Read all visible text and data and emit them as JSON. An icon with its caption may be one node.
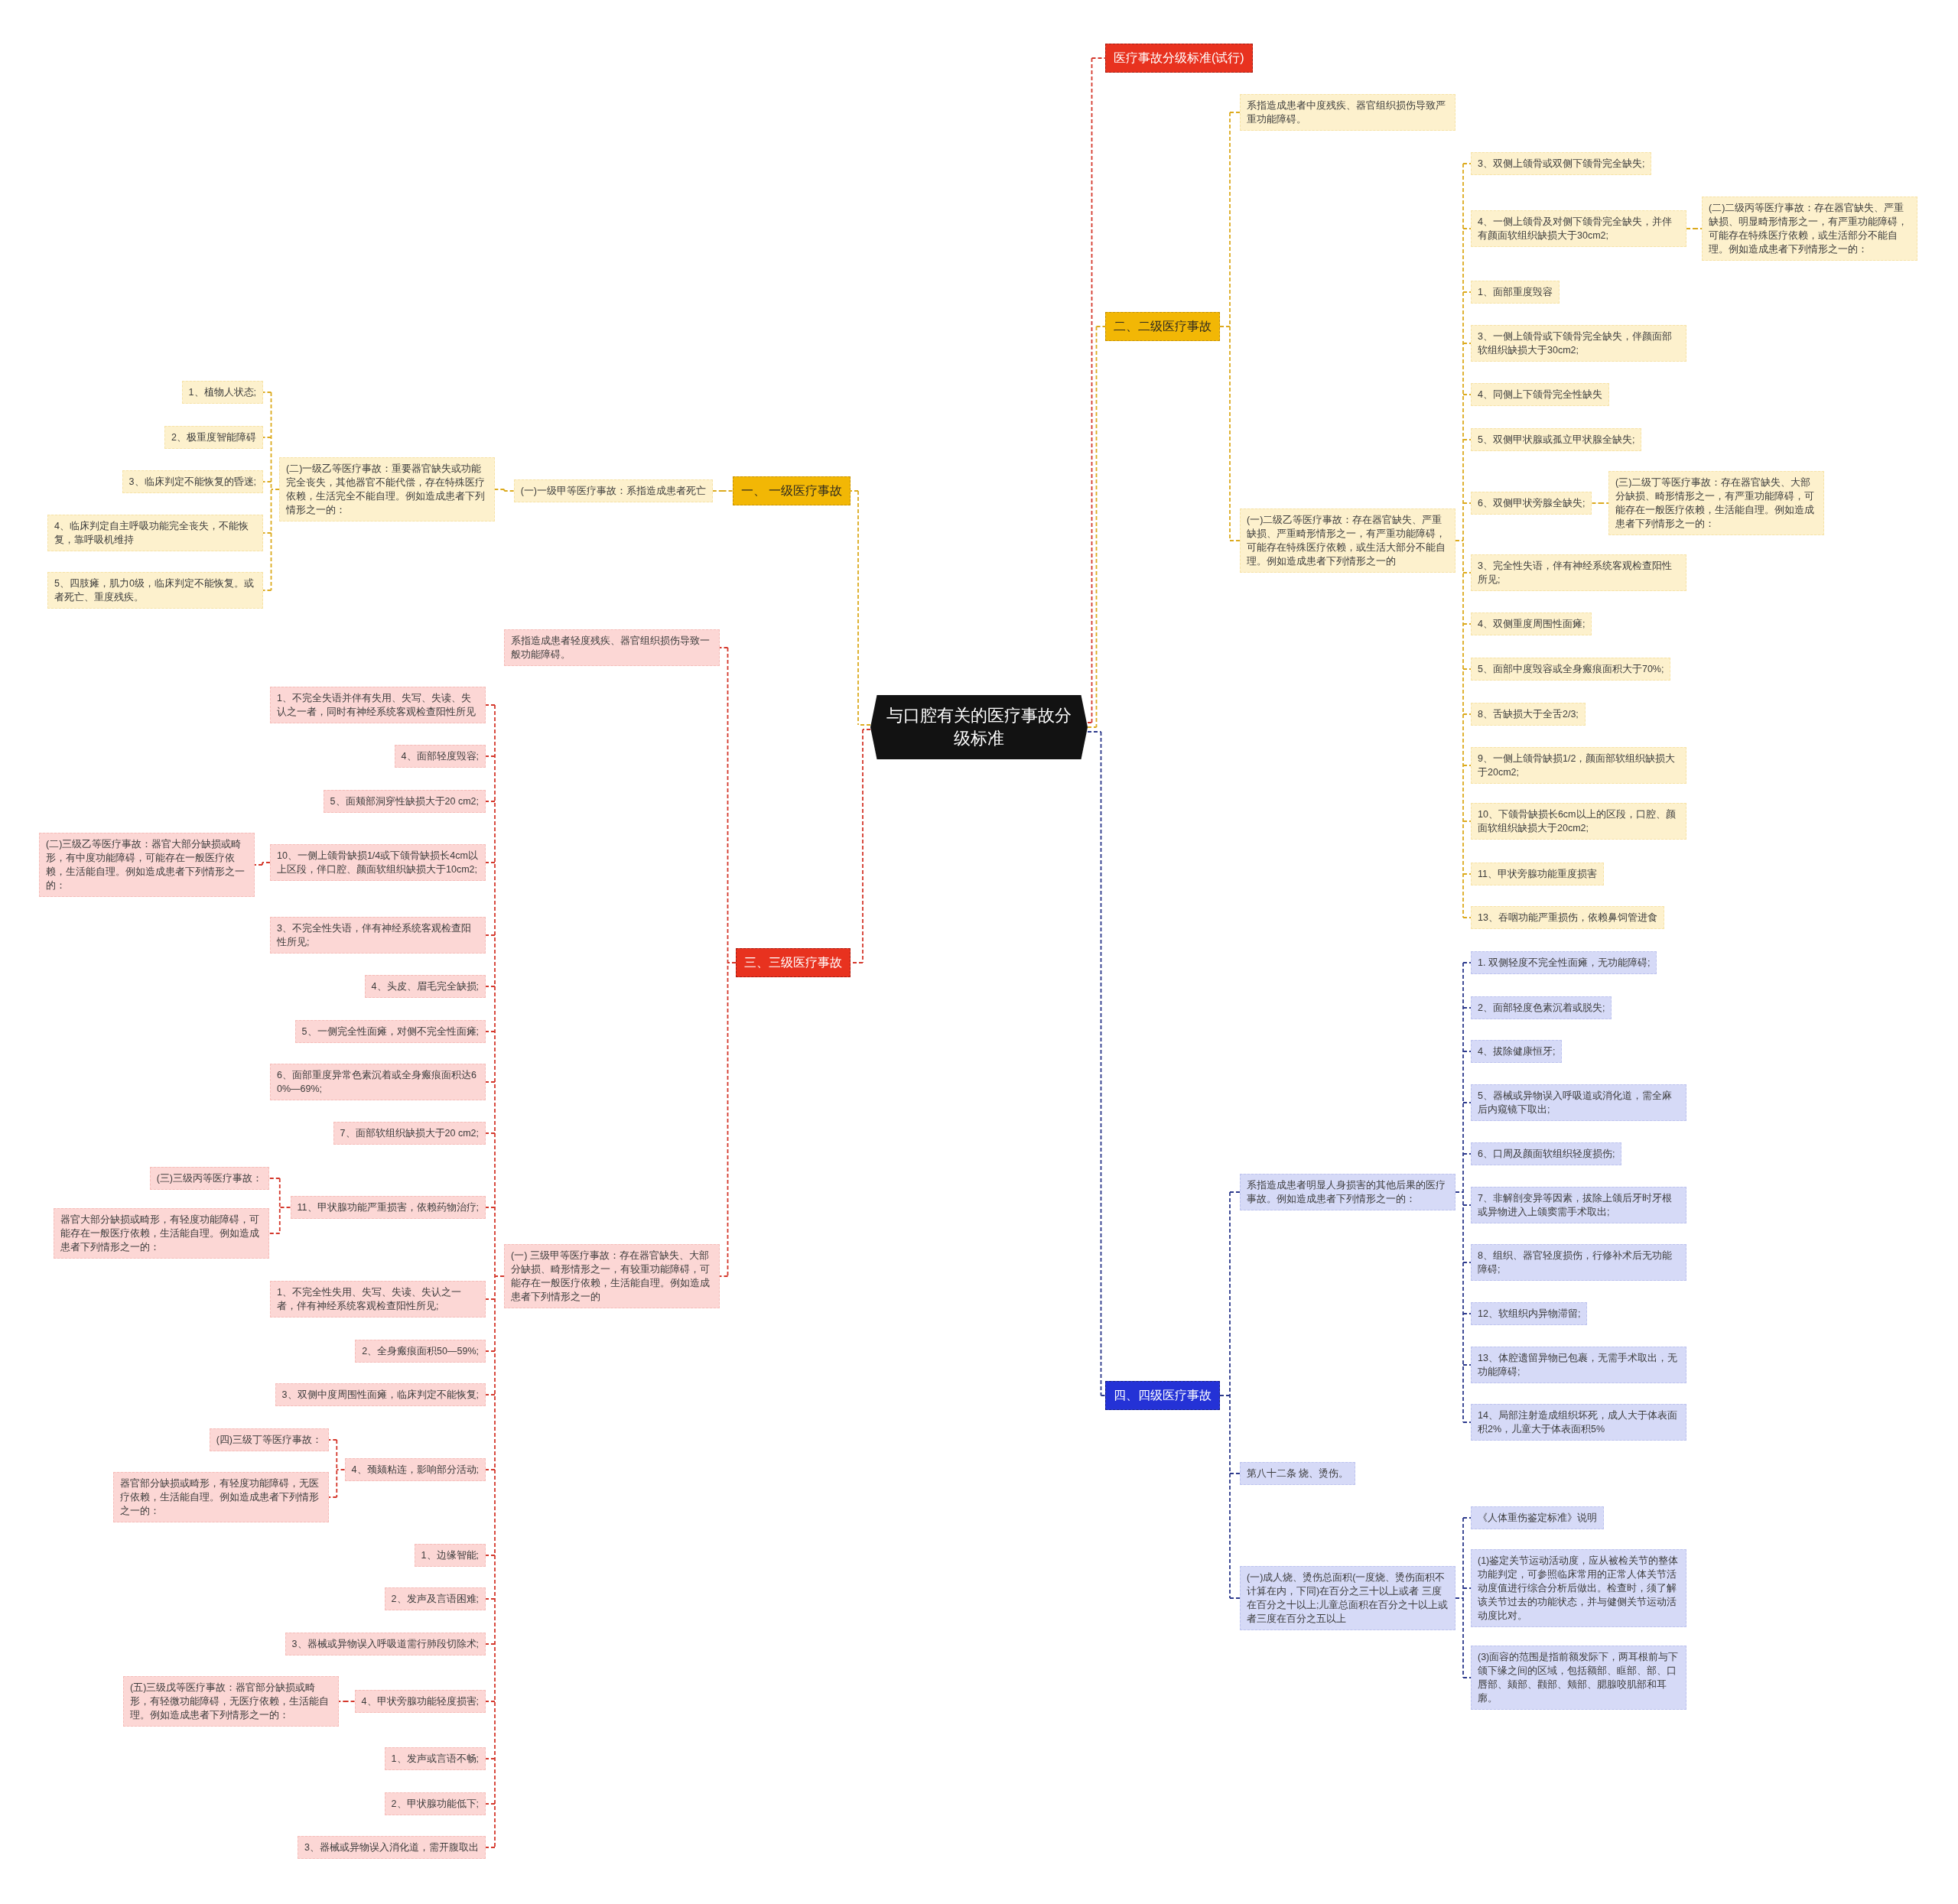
{
  "diagram": {
    "nodes": [
      {
        "text": [
          "与口腔有关的医疗事故分级标准"
        ]
      },
      {
        "text": [
          "医疗事故分级标准(试行)"
        ]
      },
      {
        "text": [
          "二、二级医疗事故"
        ]
      },
      {
        "text": [
          "系指造成患者中度残疾、器官组织损伤导致严重功能障碍。"
        ]
      },
      {
        "text": [
          "(一)二级乙等医疗事故：存在器官缺失、严重缺损、严重畸形情形之一，有严重功能障碍，可能存在特殊医疗依赖，或生活大部分不能自理。例如造成患者下列情形之一的"
        ]
      },
      {
        "text": [
          "3、双侧上颌骨或双侧下颌骨完全缺失;"
        ]
      },
      {
        "text": [
          "4、一侧上颌骨及对侧下颌骨完全缺失，并伴有颜面软组织缺损大于30cm2;"
        ]
      },
      {
        "text": [
          "(二)二级丙等医疗事故：存在器官缺失、严重缺损、明显畸形情形之一，有严重功能障碍，可能存在特殊医疗依赖，或生活部分不能自理。例如造成患者下列情形之一的："
        ]
      },
      {
        "text": [
          "1、面部重度毁容"
        ]
      },
      {
        "text": [
          "3、一侧上颌骨或下颌骨完全缺失，伴颜面部软组织缺损大于30cm2;"
        ]
      },
      {
        "text": [
          "4、同侧上下颌骨完全性缺失"
        ]
      },
      {
        "text": [
          "5、双侧甲状腺或孤立甲状腺全缺失;"
        ]
      },
      {
        "text": [
          "6、双侧甲状旁腺全缺失;"
        ]
      },
      {
        "text": [
          "(三)二级丁等医疗事故：存在器官缺失、大部分缺损、畸形情形之一，有严重功能障碍，可能存在一般医疗依赖，生活能自理。例如造成患者下列情形之一的："
        ]
      },
      {
        "text": [
          "3、完全性失语，伴有神经系统客观检查阳性所见;"
        ]
      },
      {
        "text": [
          "4、双侧重度周围性面瘫;"
        ]
      },
      {
        "text": [
          "5、面部中度毁容或全身瘢痕面积大于70%;"
        ]
      },
      {
        "text": [
          "8、舌缺损大于全舌2/3;"
        ]
      },
      {
        "text": [
          "9、一侧上颌骨缺损1/2，颜面部软组织缺损大于20cm2;"
        ]
      },
      {
        "text": [
          "10、下颌骨缺损长6cm以上的区段，口腔、颜面软组织缺损大于20cm2;"
        ]
      },
      {
        "text": [
          "11、甲状旁腺功能重度损害"
        ]
      },
      {
        "text": [
          "13、吞咽功能严重损伤，依赖鼻饲管进食"
        ]
      },
      {
        "text": [
          "四、四级医疗事故"
        ]
      },
      {
        "text": [
          "系指造成患者明显人身损害的其他后果的医疗事故。例如造成患者下列情形之一的："
        ]
      },
      {
        "text": [
          "1. 双侧轻度不完全性面瘫，无功能障碍;"
        ]
      },
      {
        "text": [
          "2、面部轻度色素沉着或脱失;"
        ]
      },
      {
        "text": [
          "4、拔除健康恒牙;"
        ]
      },
      {
        "text": [
          "5、器械或异物误入呼吸道或消化道，需全麻后内窥镜下取出;"
        ]
      },
      {
        "text": [
          "6、口周及颜面软组织轻度损伤;"
        ]
      },
      {
        "text": [
          "7、非解剖变异等因素，拔除上颌后牙时牙根或异物进入上颌窦需手术取出;"
        ]
      },
      {
        "text": [
          "8、组织、器官轻度损伤，行修补术后无功能障碍;"
        ]
      },
      {
        "text": [
          "12、软组织内异物滞留;"
        ]
      },
      {
        "text": [
          "13、体腔遗留异物已包裹，无需手术取出，无功能障碍;"
        ]
      },
      {
        "text": [
          "14、局部注射造成组织坏死，成人大于体表面积2%，儿童大于体表面积5%"
        ]
      },
      {
        "text": [
          "第八十二条 烧、烫伤。"
        ]
      },
      {
        "text": [
          "(一)成人烧、烫伤总面积(一度烧、烫伤面积不计算在内，下同)在百分之三十以上或者 三度在百分之十以上;儿童总面积在百分之十以上或者三度在百分之五以上"
        ]
      },
      {
        "text": [
          "《人体重伤鉴定标准》说明"
        ]
      },
      {
        "text": [
          "(1)鉴定关节运动活动度，应从被检关节的整体功能判定，可参照临床常用的正常人体关节活动度值进行综合分析后做出。检查时，须了解该关节过去的功能状态，并与健侧关节运动活动度比对。"
        ]
      },
      {
        "text": [
          "(3)面容的范围是指前额发际下，两耳根前与下颌下缘之间的区域，包括额部、眶部、部、口唇部、颏部、颧部、颊部、腮腺咬肌部和耳廓。"
        ]
      },
      {
        "text": [
          "一、 一级医疗事故"
        ]
      },
      {
        "text": [
          "(一)一级甲等医疗事故：系指造成患者死亡"
        ]
      },
      {
        "text": [
          "(二)一级乙等医疗事故：重要器官缺失或功能完全丧失，其他器官不能代偿，存在特殊医疗依赖，生活完全不能自理。例如造成患者下列情形之一的："
        ]
      },
      {
        "text": [
          "1、植物人状态;"
        ]
      },
      {
        "text": [
          "2、极重度智能障碍"
        ]
      },
      {
        "text": [
          "3、临床判定不能恢复的昏迷;"
        ]
      },
      {
        "text": [
          "4、临床判定自主呼吸功能完全丧失，不能恢复，靠呼吸机维持"
        ]
      },
      {
        "text": [
          "5、四肢瘫，肌力0级，临床判定不能恢复。或者死亡、重度残疾。"
        ]
      },
      {
        "text": [
          "三、三级医疗事故"
        ]
      },
      {
        "text": [
          "系指造成患者轻度残疾、器官组织损伤导致一般功能障碍。"
        ]
      },
      {
        "text": [
          "(一) 三级甲等医疗事故：存在器官缺失、大部分缺损、畸形情形之一，有较重功能障碍，可能存在一般医疗依赖，生活能自理。例如造成患者下列情形之一的"
        ]
      },
      {
        "text": [
          "1、不完全失语并伴有失用、失写、失读、失认之一者，同时有神经系统客观检查阳性所见"
        ]
      },
      {
        "text": [
          "4、面部轻度毁容;"
        ]
      },
      {
        "text": [
          "5、面颊部洞穿性缺损大于20 cm2;"
        ]
      },
      {
        "text": [
          "10、一侧上颌骨缺损1/4或下颌骨缺损长4cm以上区段，伴口腔、颜面软组织缺损大于10cm2;"
        ]
      },
      {
        "text": [
          "(二)三级乙等医疗事故：器官大部分缺损或畸形，有中度功能障碍，可能存在一般医疗依赖，生活能自理。例如造成患者下列情形之一的："
        ]
      },
      {
        "text": [
          "3、不完全性失语，伴有神经系统客观检查阳性所见;"
        ]
      },
      {
        "text": [
          "4、头皮、眉毛完全缺损;"
        ]
      },
      {
        "text": [
          "5、一侧完全性面瘫，对侧不完全性面瘫;"
        ]
      },
      {
        "text": [
          "6、面部重度异常色素沉着或全身瘢痕面积达60%—69%;"
        ]
      },
      {
        "text": [
          "7、面部软组织缺损大于20 cm2;"
        ]
      },
      {
        "text": [
          "11、甲状腺功能严重损害，依赖药物治疗;"
        ]
      },
      {
        "text": [
          "(三)三级丙等医疗事故："
        ]
      },
      {
        "text": [
          "器官大部分缺损或畸形，有轻度功能障碍，可能存在一般医疗依赖，生活能自理。例如造成患者下列情形之一的："
        ]
      },
      {
        "text": [
          "1、不完全性失用、失写、失读、失认之一者，伴有神经系统客观检查阳性所见;"
        ]
      },
      {
        "text": [
          "2、全身瘢痕面积50—59%;"
        ]
      },
      {
        "text": [
          "3、双侧中度周围性面瘫，临床判定不能恢复;"
        ]
      },
      {
        "text": [
          "4、颈颏粘连，影响部分活动;"
        ]
      },
      {
        "text": [
          "(四)三级丁等医疗事故："
        ]
      },
      {
        "text": [
          "器官部分缺损或畸形，有轻度功能障碍，无医疗依赖，生活能自理。例如造成患者下列情形之一的："
        ]
      },
      {
        "text": [
          "1、边缘智能;"
        ]
      },
      {
        "text": [
          "2、发声及言语困难;"
        ]
      },
      {
        "text": [
          "3、器械或异物误入呼吸道需行肺段切除术;"
        ]
      },
      {
        "text": [
          "4、甲状旁腺功能轻度损害;"
        ]
      },
      {
        "text": [
          "(五)三级戊等医疗事故：器官部分缺损或畸形，有轻微功能障碍，无医疗依赖，生活能自理。例如造成患者下列情形之一的："
        ]
      },
      {
        "text": [
          "1、发声或言语不畅;"
        ]
      },
      {
        "text": [
          "2、甲状腺功能低下;"
        ]
      },
      {
        "text": [
          "3、器械或异物误入消化道，需开腹取出"
        ]
      }
    ],
    "edges": [
      {
        "from": 0,
        "to": 1,
        "arrow": "none",
        "style": "dashed"
      },
      {
        "from": 0,
        "to": 2,
        "arrow": "none",
        "style": "dashed",
        "color": "#dcaa1e"
      },
      {
        "from": 2,
        "to": 3,
        "arrow": "none",
        "style": "dashed",
        "color": "#dcaa1e"
      },
      {
        "from": 2,
        "to": 4,
        "arrow": "none",
        "style": "dashed",
        "color": "#dcaa1e"
      },
      {
        "from": 4,
        "to": 5,
        "arrow": "none",
        "style": "dashed",
        "color": "#dcaa1e"
      },
      {
        "from": 4,
        "to": 6,
        "arrow": "none",
        "style": "dashed",
        "color": "#dcaa1e"
      },
      {
        "from": 6,
        "to": 7,
        "arrow": "none",
        "style": "dashed",
        "color": "#dcaa1e"
      },
      {
        "from": 4,
        "to": 8,
        "arrow": "none",
        "style": "dashed",
        "color": "#dcaa1e"
      },
      {
        "from": 4,
        "to": 9,
        "arrow": "none",
        "style": "dashed",
        "color": "#dcaa1e"
      },
      {
        "from": 4,
        "to": 10,
        "arrow": "none",
        "style": "dashed",
        "color": "#dcaa1e"
      },
      {
        "from": 4,
        "to": 11,
        "arrow": "none",
        "style": "dashed",
        "color": "#dcaa1e"
      },
      {
        "from": 4,
        "to": 12,
        "arrow": "none",
        "style": "dashed",
        "color": "#dcaa1e"
      },
      {
        "from": 12,
        "to": 13,
        "arrow": "none",
        "style": "dashed",
        "color": "#dcaa1e"
      },
      {
        "from": 4,
        "to": 14,
        "arrow": "none",
        "style": "dashed",
        "color": "#dcaa1e"
      },
      {
        "from": 4,
        "to": 15,
        "arrow": "none",
        "style": "dashed",
        "color": "#dcaa1e"
      },
      {
        "from": 4,
        "to": 16,
        "arrow": "none",
        "style": "dashed",
        "color": "#dcaa1e"
      },
      {
        "from": 4,
        "to": 17,
        "arrow": "none",
        "style": "dashed",
        "color": "#dcaa1e"
      },
      {
        "from": 4,
        "to": 18,
        "arrow": "none",
        "style": "dashed",
        "color": "#dcaa1e"
      },
      {
        "from": 4,
        "to": 19,
        "arrow": "none",
        "style": "dashed",
        "color": "#dcaa1e"
      },
      {
        "from": 4,
        "to": 20,
        "arrow": "none",
        "style": "dashed",
        "color": "#dcaa1e"
      },
      {
        "from": 4,
        "to": 21,
        "arrow": "none",
        "style": "dashed",
        "color": "#dcaa1e"
      },
      {
        "from": 0,
        "to": 22,
        "arrow": "none",
        "style": "dashed",
        "color": "#2d3a8c"
      },
      {
        "from": 22,
        "to": 23,
        "arrow": "none",
        "style": "dashed",
        "color": "#2d3a8c"
      },
      {
        "from": 23,
        "to": 24,
        "arrow": "none",
        "style": "dashed",
        "color": "#2d3a8c"
      },
      {
        "from": 23,
        "to": 25,
        "arrow": "none",
        "style": "dashed",
        "color": "#2d3a8c"
      },
      {
        "from": 23,
        "to": 26,
        "arrow": "none",
        "style": "dashed",
        "color": "#2d3a8c"
      },
      {
        "from": 23,
        "to": 27,
        "arrow": "none",
        "style": "dashed",
        "color": "#2d3a8c"
      },
      {
        "from": 23,
        "to": 28,
        "arrow": "none",
        "style": "dashed",
        "color": "#2d3a8c"
      },
      {
        "from": 23,
        "to": 29,
        "arrow": "none",
        "style": "dashed",
        "color": "#2d3a8c"
      },
      {
        "from": 23,
        "to": 30,
        "arrow": "none",
        "style": "dashed",
        "color": "#2d3a8c"
      },
      {
        "from": 23,
        "to": 31,
        "arrow": "none",
        "style": "dashed",
        "color": "#2d3a8c"
      },
      {
        "from": 23,
        "to": 32,
        "arrow": "none",
        "style": "dashed",
        "color": "#2d3a8c"
      },
      {
        "from": 23,
        "to": 33,
        "arrow": "none",
        "style": "dashed",
        "color": "#2d3a8c"
      },
      {
        "from": 22,
        "to": 34,
        "arrow": "none",
        "style": "dashed",
        "color": "#2d3a8c"
      },
      {
        "from": 22,
        "to": 35,
        "arrow": "none",
        "style": "dashed",
        "color": "#2d3a8c"
      },
      {
        "from": 35,
        "to": 36,
        "arrow": "none",
        "style": "dashed",
        "color": "#2d3a8c"
      },
      {
        "from": 35,
        "to": 37,
        "arrow": "none",
        "style": "dashed",
        "color": "#2d3a8c"
      },
      {
        "from": 35,
        "to": 38,
        "arrow": "none",
        "style": "dashed",
        "color": "#2d3a8c"
      },
      {
        "from": 0,
        "to": 39,
        "arrow": "none",
        "style": "dashed",
        "color": "#dcaa1e"
      },
      {
        "from": 39,
        "to": 40,
        "arrow": "none",
        "style": "dashed",
        "color": "#dcaa1e"
      },
      {
        "from": 40,
        "to": 41,
        "arrow": "none",
        "style": "dashed",
        "color": "#dcaa1e"
      },
      {
        "from": 41,
        "to": 42,
        "arrow": "none",
        "style": "dashed",
        "color": "#dcaa1e"
      },
      {
        "from": 41,
        "to": 43,
        "arrow": "none",
        "style": "dashed",
        "color": "#dcaa1e"
      },
      {
        "from": 41,
        "to": 44,
        "arrow": "none",
        "style": "dashed",
        "color": "#dcaa1e"
      },
      {
        "from": 41,
        "to": 45,
        "arrow": "none",
        "style": "dashed",
        "color": "#dcaa1e"
      },
      {
        "from": 41,
        "to": 46,
        "arrow": "none",
        "style": "dashed",
        "color": "#dcaa1e"
      },
      {
        "from": 0,
        "to": 47,
        "arrow": "none",
        "style": "dashed"
      },
      {
        "from": 47,
        "to": 48,
        "arrow": "none",
        "style": "dashed"
      },
      {
        "from": 47,
        "to": 49,
        "arrow": "none",
        "style": "dashed"
      },
      {
        "from": 49,
        "to": 50,
        "arrow": "none",
        "style": "dashed"
      },
      {
        "from": 49,
        "to": 51,
        "arrow": "none",
        "style": "dashed"
      },
      {
        "from": 49,
        "to": 52,
        "arrow": "none",
        "style": "dashed"
      },
      {
        "from": 49,
        "to": 53,
        "arrow": "none",
        "style": "dashed"
      },
      {
        "from": 53,
        "to": 54,
        "arrow": "none",
        "style": "dashed"
      },
      {
        "from": 49,
        "to": 55,
        "arrow": "none",
        "style": "dashed"
      },
      {
        "from": 49,
        "to": 56,
        "arrow": "none",
        "style": "dashed"
      },
      {
        "from": 49,
        "to": 57,
        "arrow": "none",
        "style": "dashed"
      },
      {
        "from": 49,
        "to": 58,
        "arrow": "none",
        "style": "dashed"
      },
      {
        "from": 49,
        "to": 59,
        "arrow": "none",
        "style": "dashed"
      },
      {
        "from": 49,
        "to": 60,
        "arrow": "none",
        "style": "dashed"
      },
      {
        "from": 60,
        "to": 61,
        "arrow": "none",
        "style": "dashed"
      },
      {
        "from": 60,
        "to": 62,
        "arrow": "none",
        "style": "dashed"
      },
      {
        "from": 49,
        "to": 63,
        "arrow": "none",
        "style": "dashed"
      },
      {
        "from": 49,
        "to": 64,
        "arrow": "none",
        "style": "dashed"
      },
      {
        "from": 49,
        "to": 65,
        "arrow": "none",
        "style": "dashed"
      },
      {
        "from": 49,
        "to": 66,
        "arrow": "none",
        "style": "dashed"
      },
      {
        "from": 66,
        "to": 67,
        "arrow": "none",
        "style": "dashed"
      },
      {
        "from": 66,
        "to": 68,
        "arrow": "none",
        "style": "dashed"
      },
      {
        "from": 49,
        "to": 69,
        "arrow": "none",
        "style": "dashed"
      },
      {
        "from": 49,
        "to": 70,
        "arrow": "none",
        "style": "dashed"
      },
      {
        "from": 49,
        "to": 71,
        "arrow": "none",
        "style": "dashed"
      },
      {
        "from": 49,
        "to": 72,
        "arrow": "none",
        "style": "dashed"
      },
      {
        "from": 72,
        "to": 73,
        "arrow": "none",
        "style": "dashed"
      },
      {
        "from": 49,
        "to": 74,
        "arrow": "none",
        "style": "dashed"
      },
      {
        "from": 49,
        "to": 75,
        "arrow": "none",
        "style": "dashed"
      },
      {
        "from": 49,
        "to": 76,
        "arrow": "none",
        "style": "dashed"
      }
    ]
  }
}
